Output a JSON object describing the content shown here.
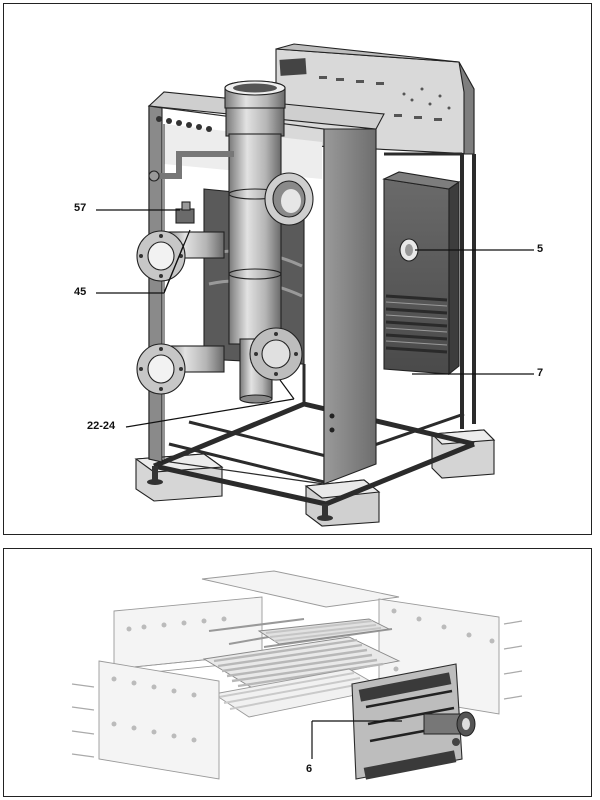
{
  "figure": {
    "top_panel": {
      "name": "boiler-assembly-view",
      "callouts": {
        "c57": "57",
        "c45": "45",
        "c2224": "22-24",
        "c5": "5",
        "c7": "7"
      }
    },
    "bottom_panel": {
      "name": "heat-exchanger-exploded-view",
      "callouts": {
        "c6": "6"
      }
    }
  },
  "colors": {
    "frame": "#2b2b2b",
    "body_light": "#c9c9c9",
    "body_mid": "#8e8e8e",
    "body_dark": "#555555",
    "ghost": "#9a9a9a"
  }
}
